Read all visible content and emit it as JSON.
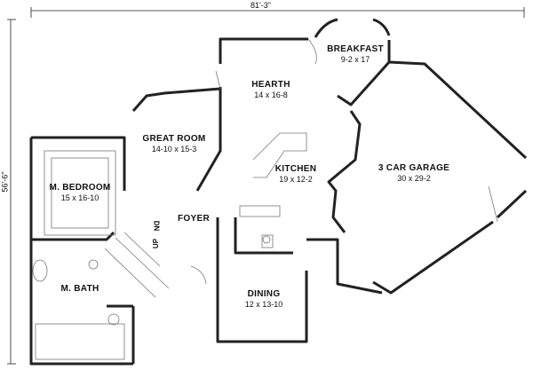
{
  "dimensions": {
    "width": "81'-3\"",
    "depth": "56'-6\""
  },
  "rooms": {
    "breakfast": {
      "name": "BREAKFAST",
      "size": "9-2 x 17"
    },
    "hearth": {
      "name": "HEARTH",
      "size": "14 x 16-8"
    },
    "great_room": {
      "name": "GREAT ROOM",
      "size": "14-10 x 15-3"
    },
    "kitchen": {
      "name": "KITCHEN",
      "size": "19 x 12-2"
    },
    "garage": {
      "name": "3 CAR GARAGE",
      "size": "30 x 29-2"
    },
    "master_bedroom": {
      "name": "M. BEDROOM",
      "size": "15 x 16-10"
    },
    "foyer": {
      "name": "FOYER"
    },
    "master_bath": {
      "name": "M. BATH"
    },
    "dining": {
      "name": "DINING",
      "size": "12 x 13-10"
    }
  },
  "stairs": {
    "down": "DN",
    "up": "UP"
  }
}
